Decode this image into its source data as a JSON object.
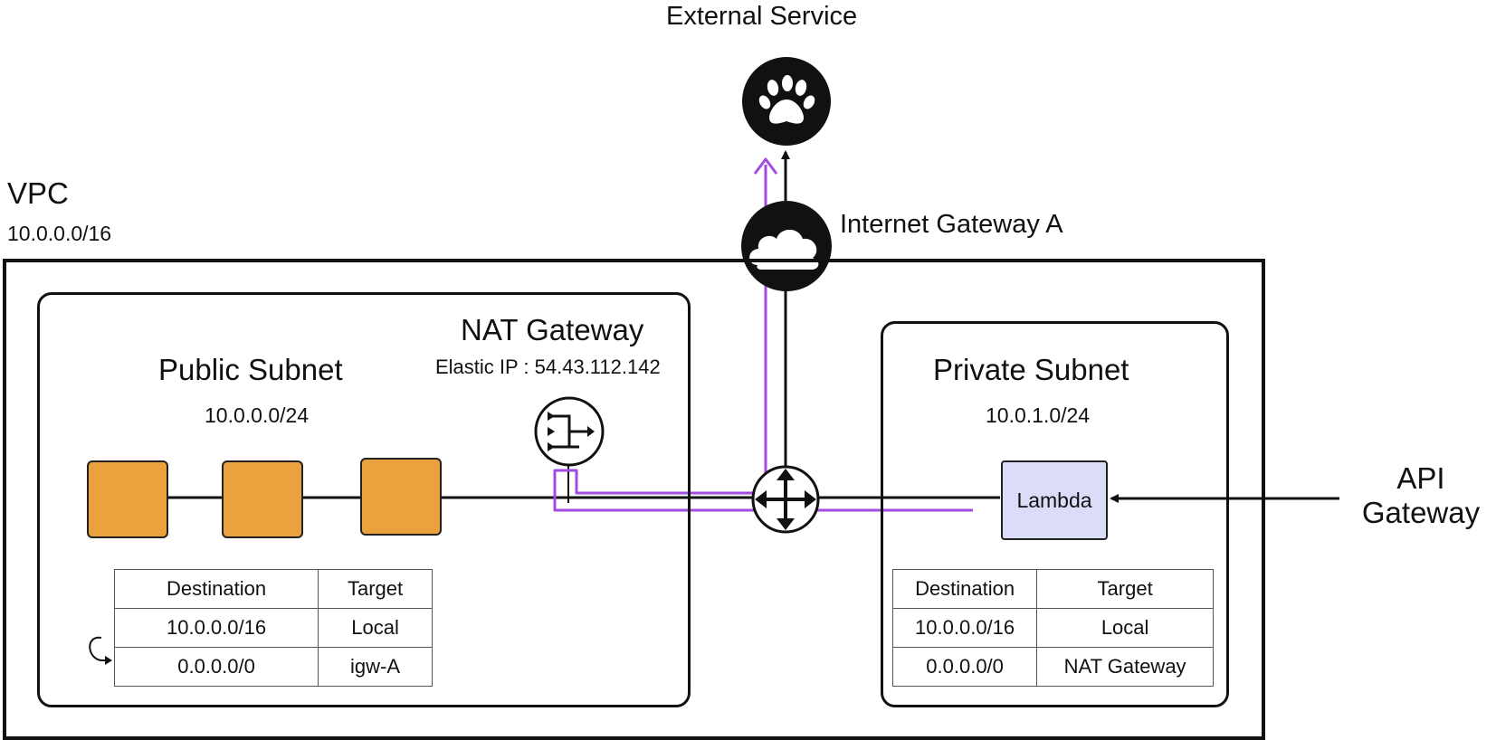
{
  "external_service": {
    "label": "External Service",
    "icon": "paw-icon"
  },
  "internet_gateway": {
    "label": "Internet Gateway A",
    "icon": "cloud-icon"
  },
  "vpc": {
    "label": "VPC",
    "cidr": "10.0.0.0/16"
  },
  "public_subnet": {
    "label": "Public Subnet",
    "cidr": "10.0.0.0/24",
    "instance_color": "#EBA13D",
    "route_table": {
      "headers": [
        "Destination",
        "Target"
      ],
      "rows": [
        [
          "10.0.0.0/16",
          "Local"
        ],
        [
          "0.0.0.0/0",
          "igw-A"
        ]
      ]
    }
  },
  "nat_gateway": {
    "label": "NAT Gateway",
    "elastic_ip": "Elastic IP : 54.43.112.142",
    "icon": "nat-gateway-icon"
  },
  "private_subnet": {
    "label": "Private Subnet",
    "cidr": "10.0.1.0/24",
    "lambda_label": "Lambda",
    "lambda_color": "#DADCF8",
    "route_table": {
      "headers": [
        "Destination",
        "Target"
      ],
      "rows": [
        [
          "10.0.0.0/16",
          "Local"
        ],
        [
          "0.0.0.0/0",
          "NAT Gateway"
        ]
      ]
    }
  },
  "router": {
    "icon": "router-icon"
  },
  "api_gateway": {
    "line1": "API",
    "line2": "Gateway"
  },
  "colors": {
    "traffic_path": "#A24BE0",
    "line": "#111111"
  }
}
